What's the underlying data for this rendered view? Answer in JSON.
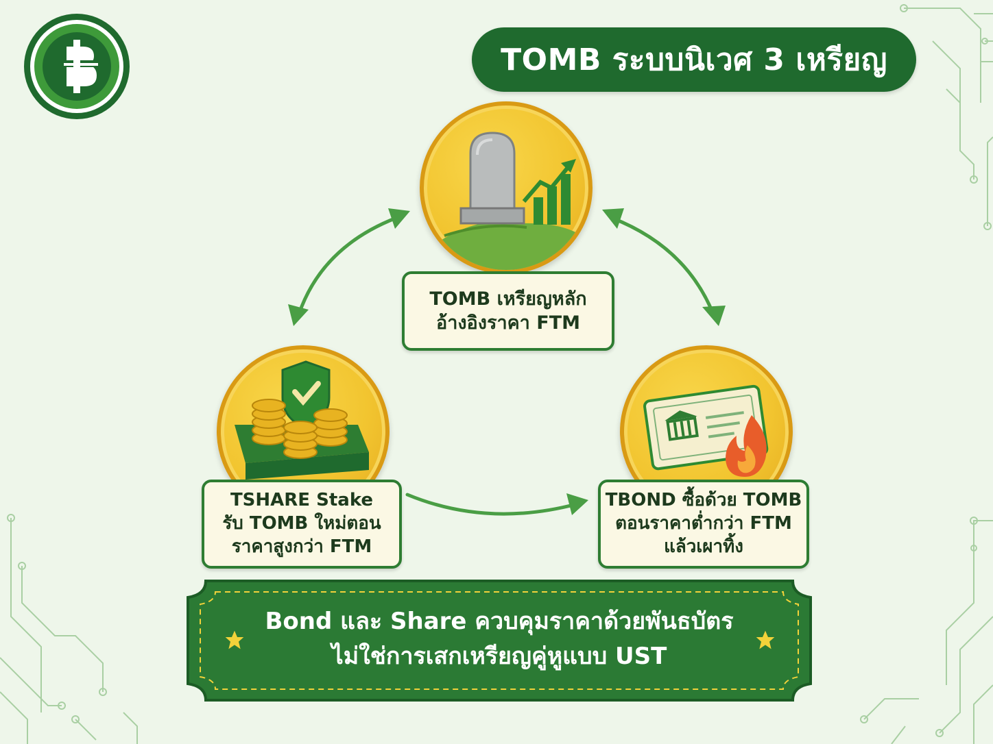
{
  "title": "TOMB ระบบนิเวศ 3 เหรียญ",
  "logo_icon": "baht-coin-icon",
  "coins": {
    "tomb": {
      "icon": "tombstone-growth-chart-icon",
      "line1": "TOMB เหรียญหลัก",
      "line2": "อ้างอิงราคา FTM"
    },
    "tshare": {
      "icon": "shield-coin-stacks-icon",
      "line1": "TSHARE Stake",
      "line2": "รับ TOMB ใหม่ตอน",
      "line3": "ราคาสูงกว่า FTM"
    },
    "tbond": {
      "icon": "bond-certificate-fire-icon",
      "line1": "TBOND ซื้อด้วย TOMB",
      "line2": "ตอนราคาต่ำกว่า FTM",
      "line3": "แล้วเผาทิ้ง"
    }
  },
  "banner": {
    "line1": "Bond และ Share ควบคุมราคาด้วยพันธบัตร",
    "line2": "ไม่ใช่การเสกเหรียญคู่หูแบบ UST"
  },
  "colors": {
    "primary_green": "#1f6a2e",
    "coin_gold": "#f2c530",
    "background": "#eef6ea",
    "label_bg": "#fbf8e4"
  }
}
